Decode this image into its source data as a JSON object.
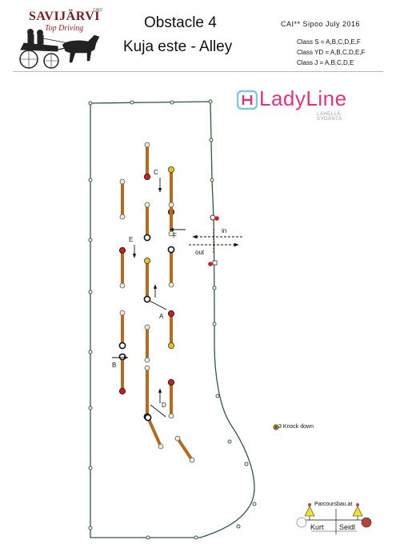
{
  "header": {
    "brand": "SAVIJÄRVI",
    "brand_sup": "CAIO",
    "brand_tagline": "Top Driving",
    "title_line1": "Obstacle 4",
    "title_line2": "Kuja este - Alley",
    "event": "CAI** Sipoo   July 2016",
    "classes": [
      "Class S = A,B,C,D,E,F",
      "Class YD = A,B,C,D,E,F",
      "Class J = A,B,C,D,E"
    ]
  },
  "sponsor": {
    "name": "LadyLine",
    "tagline": "LÄHELLÄ SYDÄNTÄ",
    "color": "#e0357d"
  },
  "gates": {
    "A": "A",
    "B": "B",
    "C": "C",
    "D": "D",
    "E": "E",
    "F": "F",
    "in": "in",
    "out": "out"
  },
  "legend": {
    "knock_down": "3 Knock down"
  },
  "designer": {
    "top": "Parcoursbau.at",
    "first": "Kurt",
    "last": "Seidl"
  },
  "colors": {
    "boundary": "#2f5a3a",
    "pole": "#b56a1e",
    "red_marker": "#cc1f1f",
    "white_marker": "#ffffff",
    "knock_down": "#e8c21a",
    "designer_red": "#b5453a",
    "designer_yellow": "#f2e32a"
  }
}
